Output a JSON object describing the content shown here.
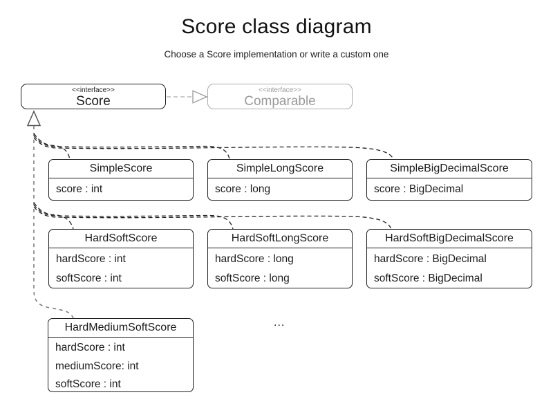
{
  "header": {
    "title": "Score class diagram",
    "subtitle": "Choose a Score implementation or write a custom one"
  },
  "interfaces": {
    "score": {
      "stereotype": "<<interface>>",
      "name": "Score"
    },
    "comparable": {
      "stereotype": "<<interface>>",
      "name": "Comparable"
    }
  },
  "classes": [
    {
      "name": "SimpleScore",
      "attributes": [
        "score : int"
      ]
    },
    {
      "name": "SimpleLongScore",
      "attributes": [
        "score : long"
      ]
    },
    {
      "name": "SimpleBigDecimalScore",
      "attributes": [
        "score : BigDecimal"
      ]
    },
    {
      "name": "HardSoftScore",
      "attributes": [
        "hardScore : int",
        "softScore : int"
      ]
    },
    {
      "name": "HardSoftLongScore",
      "attributes": [
        "hardScore : long",
        "softScore : long"
      ]
    },
    {
      "name": "HardSoftBigDecimalScore",
      "attributes": [
        "hardScore : BigDecimal",
        "softScore : BigDecimal"
      ]
    },
    {
      "name": "HardMediumSoftScore",
      "attributes": [
        "hardScore : int",
        "mediumScore: int",
        "softScore : int"
      ]
    }
  ],
  "ellipsis": "...",
  "relationships": {
    "score_to_comparable": "realization",
    "classes_to_score": "realization"
  },
  "colors": {
    "ink": "#1c1c1c",
    "muted_gray": "#9a9a9a",
    "trunk_gray": "#7f7f7f",
    "arrow_gray": "#a3a3a3"
  }
}
